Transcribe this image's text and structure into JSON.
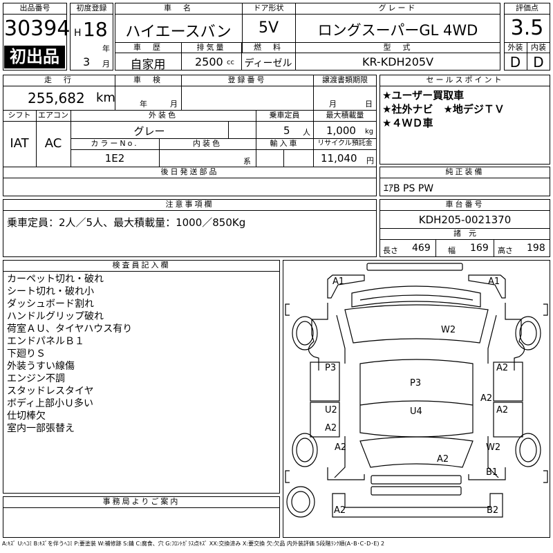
{
  "header": {
    "lot_label": "出品番号",
    "lot_number": "30394",
    "first_listing_badge": "初出品",
    "first_reg_label": "初度登録",
    "era": "H",
    "year": "18",
    "year_unit": "年",
    "month": "3",
    "month_unit": "月",
    "car_name_label": "車　名",
    "car_name": "ハイエースバン",
    "door_label": "ドア形状",
    "door_type": "5V",
    "grade_label": "グレード",
    "grade": "ロングスーパーGL 4WD",
    "score_label": "評価点",
    "score": "3.5",
    "history_label": "車　歴",
    "history": "自家用",
    "displacement_label": "排気量",
    "displacement": "2500",
    "displacement_unit": "cc",
    "fuel_label": "燃　料",
    "fuel": "ディーゼル",
    "model_label": "型　式",
    "model_code": "KR-KDH205V",
    "exterior_label": "外装",
    "exterior_grade": "D",
    "interior_label": "内装",
    "interior_grade": "D"
  },
  "row2": {
    "mileage_label": "走　行",
    "mileage": "255,682",
    "mileage_unit": "km",
    "inspection_label": "車　検",
    "insp_year_unit": "年",
    "insp_month_unit": "月",
    "reg_no_label": "登録番号",
    "transfer_label": "譲渡書類期限",
    "transfer_month_unit": "月",
    "transfer_day_unit": "日",
    "shift_label": "シフト",
    "shift": "IAT",
    "ac_label": "エアコン",
    "ac": "AC",
    "ext_color_label": "外装色",
    "ext_color": "グレー",
    "capacity_label": "乗車定員",
    "capacity": "5",
    "capacity_unit": "人",
    "max_load_label": "最大積載量",
    "max_load": "1,000",
    "max_load_unit": "kg",
    "color_no_label": "カラーNo.",
    "color_no": "1E2",
    "int_color_label": "内装色",
    "int_color_suffix": "系",
    "import_label": "輸入車",
    "recycle_label": "リサイクル預託金",
    "recycle_fee": "11,040",
    "recycle_unit": "円"
  },
  "selling_points": {
    "label": "セールスポイント",
    "lines": [
      "★ユーザー買取車",
      "★社外ナビ　★地デジＴＶ",
      "★４ＷＤ車"
    ]
  },
  "later_parts": {
    "label": "後日発送部品"
  },
  "genuine_equipment": {
    "label": "純正装備",
    "value": "ｴｱB PS PW"
  },
  "caution": {
    "label": "注意事項欄",
    "text": "乗車定員：2人／5人、最大積載量：1000／850Kg"
  },
  "chassis": {
    "label": "車台番号",
    "number": "KDH205-0021370",
    "specs_label": "諸　元",
    "length_label": "長さ",
    "length": "469",
    "width_label": "幅",
    "width": "169",
    "height_label": "高さ",
    "height": "198"
  },
  "inspector": {
    "label": "検査員記入欄",
    "notes": [
      "カーペット切れ・破れ",
      "シート切れ・破れ小",
      "ダッシュボード割れ",
      "ハンドルグリップ破れ",
      "荷室ＡＵ、タイヤハウス有り",
      "エンドパネルＢ１",
      "下廻りＳ",
      "外装うすい線傷",
      "エンジン不調",
      "スタッドレスタイヤ",
      "ボディ上部小Ｕ多い",
      "仕切棒欠",
      "室内一部張替え"
    ]
  },
  "office": {
    "label": "事務局よりご案内"
  },
  "diagram": {
    "marks": {
      "a1_left": "A1",
      "a1_right": "A1",
      "w2_hood": "W2",
      "p3_left": "P3",
      "a2_right_front": "A2",
      "p3_center": "P3",
      "a2_center_right": "A2",
      "u2_left": "U2",
      "u4_center": "U4",
      "a2_left_mid": "A2",
      "a2_right_mid": "A2",
      "a2_left_rear": "A2",
      "w2_right_rear": "W2",
      "a2_center_rear": "A2",
      "b1_right": "B1",
      "a2_bottom_left": "A2",
      "b2_bottom_right": "B2"
    }
  },
  "legend": "A:ｷｽﾞ U:ﾍｺﾐ B:ｷｽﾞを伴うﾍｺﾐ P:要塗装 W:補修跡 S:錆 C:腐食、穴 G:ﾌﾛﾝﾄｶﾞﾗｽ点ｷｽﾞ XX:交換済み X:要交換 欠:欠品 内外装評価 5段階ﾗﾝｸ順(A･B･C･D･E) 2"
}
